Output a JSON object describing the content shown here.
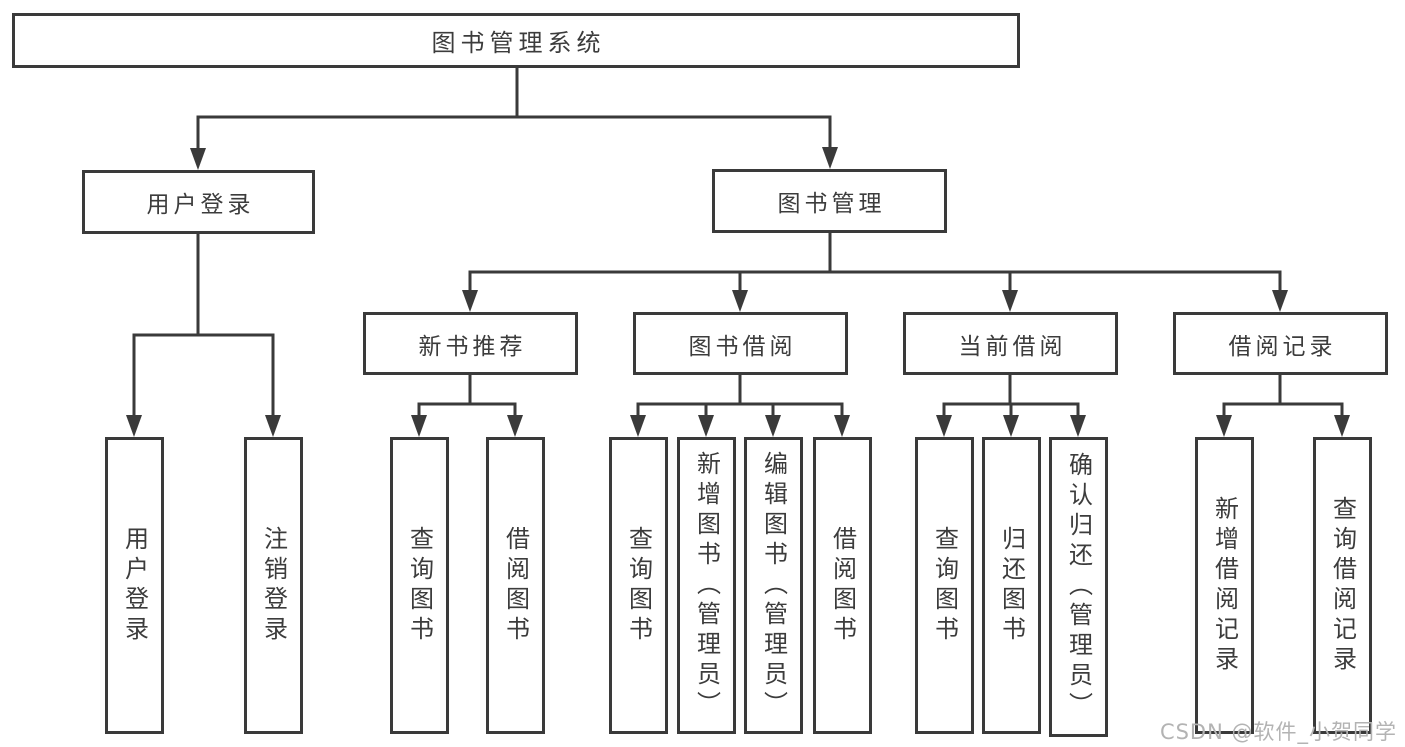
{
  "diagram": {
    "type": "hierarchy-tree",
    "colors": {
      "line": "#3a3a3a",
      "text": "#3c3c3c",
      "background": "#ffffff",
      "watermark": "#b3b3b3"
    },
    "tree": {
      "root": {
        "label": "图书管理系统"
      },
      "branches": [
        {
          "label": "用户登录",
          "children": [
            {
              "label": "用户登录"
            },
            {
              "label": "注销登录"
            }
          ]
        },
        {
          "label": "图书管理",
          "children": [
            {
              "label": "新书推荐",
              "children": [
                {
                  "label": "查询图书"
                },
                {
                  "label": "借阅图书"
                }
              ]
            },
            {
              "label": "图书借阅",
              "children": [
                {
                  "label": "查询图书"
                },
                {
                  "label": "新增图书（管理员）"
                },
                {
                  "label": "编辑图书（管理员）"
                },
                {
                  "label": "借阅图书"
                }
              ]
            },
            {
              "label": "当前借阅",
              "children": [
                {
                  "label": "查询图书"
                },
                {
                  "label": "归还图书"
                },
                {
                  "label": "确认归还（管理员）"
                }
              ]
            },
            {
              "label": "借阅记录",
              "children": [
                {
                  "label": "新增借阅记录"
                },
                {
                  "label": "查询借阅记录"
                }
              ]
            }
          ]
        }
      ]
    },
    "watermark": {
      "text": "CSDN @软件_小贺同学"
    }
  }
}
